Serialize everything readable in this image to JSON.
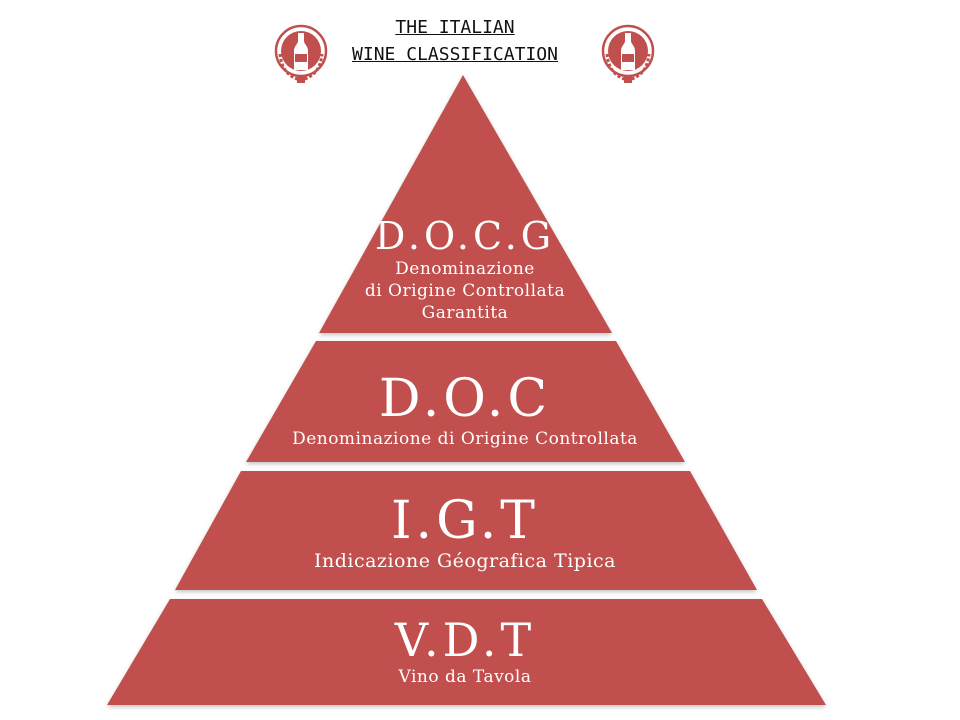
{
  "header": {
    "title_line1": "THE ITALIAN",
    "title_line2": "WINE CLASSIFICATION"
  },
  "colors": {
    "tier_fill": "#c0504d",
    "emblem_ring": "#c0504d",
    "emblem_center": "#c0504d",
    "text": "#ffffff"
  },
  "icons": {
    "left_emblem": "wine-bottle-emblem-icon",
    "right_emblem": "wine-bottle-emblem-icon"
  },
  "tiers": [
    {
      "abbr": "D.O.C.G",
      "full_lines": [
        "Denominazione",
        "di Origine Controllata",
        "Garantita"
      ]
    },
    {
      "abbr": "D.O.C",
      "full_lines": [
        "Denominazione di Origine Controllata"
      ]
    },
    {
      "abbr": "I.G.T",
      "full_lines": [
        "Indicazione Géografica Tipica"
      ]
    },
    {
      "abbr": "V.D.T",
      "full_lines": [
        "Vino da Tavola"
      ]
    }
  ]
}
